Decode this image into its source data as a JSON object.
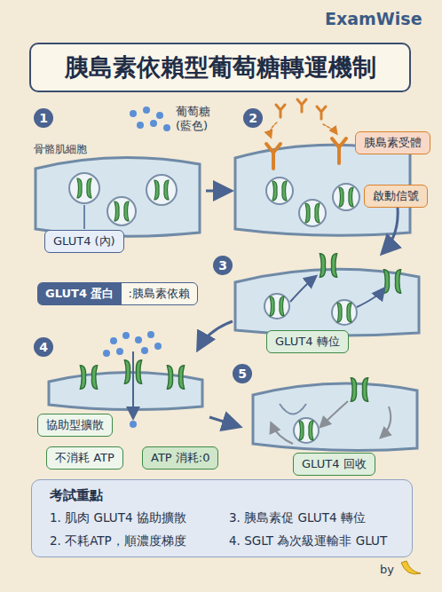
{
  "diagram": {
    "title": "胰島素依賴型葡萄糖轉運機制",
    "nodes": [
      {
        "text": [
          "GLUT4 (內)"
        ]
      },
      {
        "text": [
          "胰島素受體"
        ]
      },
      {
        "text": [
          "啟動信號"
        ]
      },
      {
        "text": [
          "GLUT4 蛋白",
          ":胰島素依賴"
        ]
      },
      {
        "text": [
          "GLUT4 轉位"
        ]
      },
      {
        "text": [
          "協助型擴散"
        ]
      },
      {
        "text": [
          "不消耗 ATP"
        ]
      },
      {
        "text": [
          "ATP 消耗:0"
        ]
      },
      {
        "text": [
          "GLUT4 回收"
        ]
      },
      {
        "text": [
          "考試重點",
          "1. 肌肉 GLUT4 協助擴散",
          "2. 不耗ATP，順濃度梯度",
          "3. 胰島素促 GLUT4 轉位",
          "4. SGLT 為次級運輸非 GLUT"
        ]
      }
    ],
    "labels": [
      "ExamWise",
      "1",
      "骨骼肌細胞",
      "葡萄糖 (藍色)",
      "2",
      "3",
      "4",
      "5",
      "by"
    ]
  }
}
